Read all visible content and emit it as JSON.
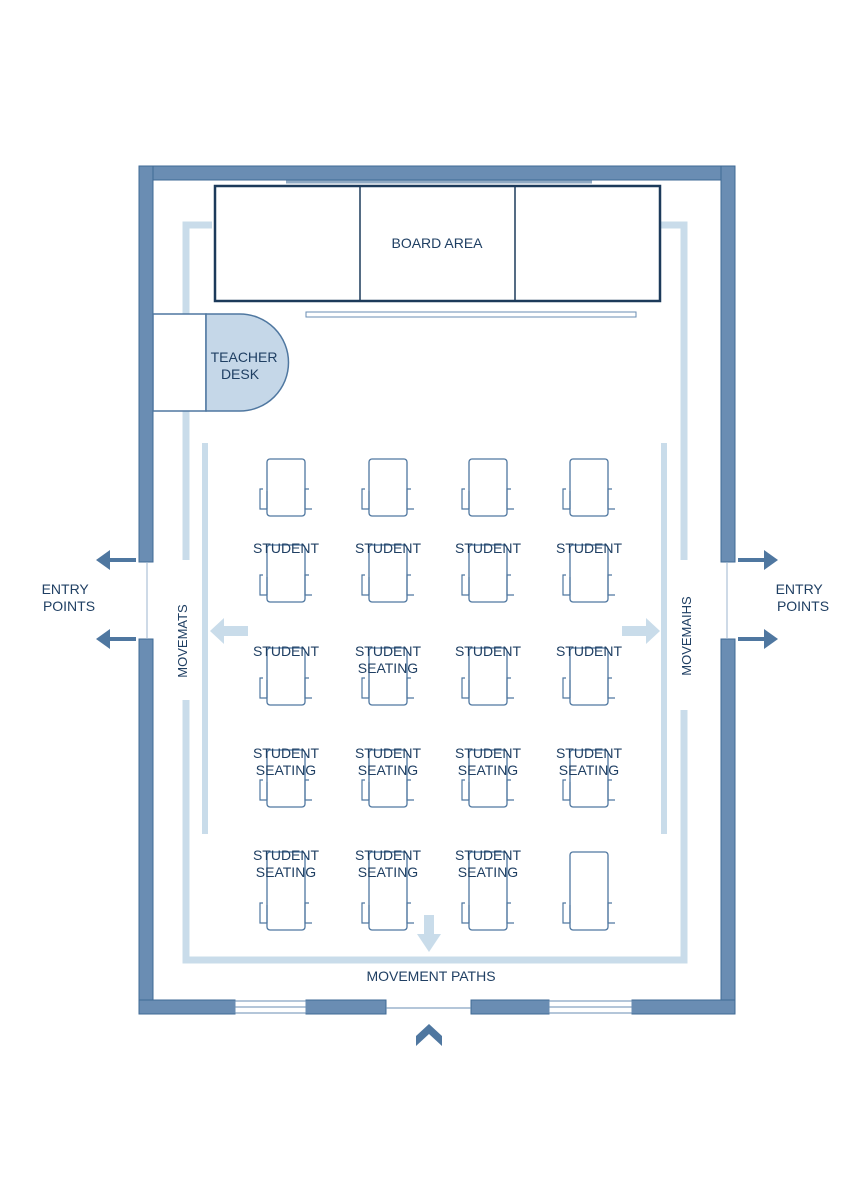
{
  "labels": {
    "board_area": "BOARD AREA",
    "teacher_desk_line1": "TEACHER",
    "teacher_desk_line2": "DESK",
    "entry_left_line1": "ENTRY",
    "entry_left_line2": "POINTS",
    "entry_right_line1": "ENTRY",
    "entry_right_line2": "POINTS",
    "movement_left": "MOVEMATS",
    "movement_right": "MOVEMAIHS",
    "movement_bottom": "MOVEMENT PATHS"
  },
  "desk_rows": [
    [
      "",
      "",
      "",
      ""
    ],
    [
      "STUDENT",
      "STUDENT",
      "STUDENT",
      "STUDENT"
    ],
    [
      "STUDENT",
      "STUDENT\nSEATING",
      "STUDENT",
      "STUDENT"
    ],
    [
      "STUDENT\nSEATING",
      "STUDENT\nSEATING",
      "STUDENT\nSEATING",
      "STUDENT\nSEATING"
    ],
    [
      "STUDENT\nSEATING",
      "STUDENT\nSEATING",
      "STUDENT\nSEATING",
      ""
    ]
  ],
  "colors": {
    "wall": "#6a8db3",
    "wall_edge": "#3f6a96",
    "path": "#c9dcea",
    "desk_stroke": "#4f77a0",
    "board_stroke": "#1c3a5a",
    "teacher_fill": "#c5d7e8",
    "text": "#1f3f63"
  }
}
